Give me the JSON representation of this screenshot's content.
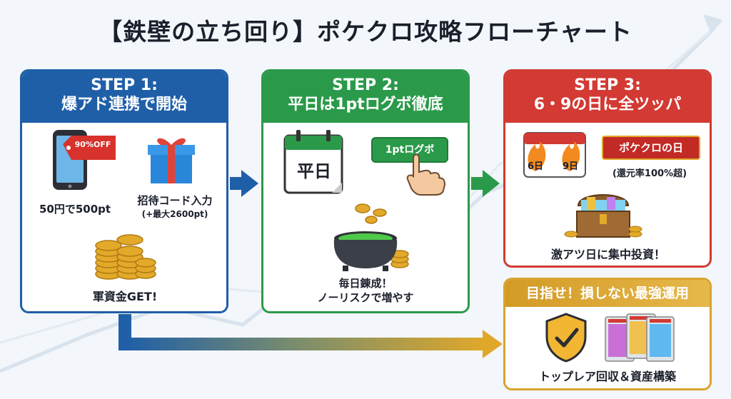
{
  "title": "【鉄壁の立ち回り】ポケクロ攻略フローチャート",
  "step1": {
    "header_line1": "STEP 1:",
    "header_line2": "爆アド連携で開始",
    "discount_tag": "90%OFF",
    "phone_caption": "50円で500pt",
    "gift_caption": "招待コード入力",
    "gift_sub": "(+最大2600pt)",
    "coins_caption": "軍資金GET!"
  },
  "step2": {
    "header_line1": "STEP 2:",
    "header_line2": "平日は1ptログボ徹底",
    "calendar_text": "平日",
    "button_label": "1ptログボ",
    "caption_line1": "毎日錬成！",
    "caption_line2": "ノーリスクで増やす"
  },
  "step3": {
    "header_line1": "STEP 3:",
    "header_line2": "6・9の日に全ツッパ",
    "fire_day1": "6日",
    "fire_day2": "9日",
    "banner_label": "ポケクロの日",
    "banner_sub": "(還元率100%超)",
    "caption": "激アツ日に集中投資！"
  },
  "goal": {
    "header": "目指せ！損しない最強運用",
    "caption": "トップレア回収＆資産構築"
  },
  "colors": {
    "step1": "#1f5fa8",
    "step2": "#2a9a4a",
    "step3": "#d23a33",
    "goal": "#d9a430"
  },
  "icons": [
    "smartphone-icon",
    "gift-icon",
    "coin-stack-icon",
    "calendar-icon",
    "pointing-hand-icon",
    "cauldron-icon",
    "fire-calendar-icon",
    "treasure-chest-icon",
    "shield-check-icon",
    "graded-card-icon",
    "arrow-right-icon"
  ]
}
